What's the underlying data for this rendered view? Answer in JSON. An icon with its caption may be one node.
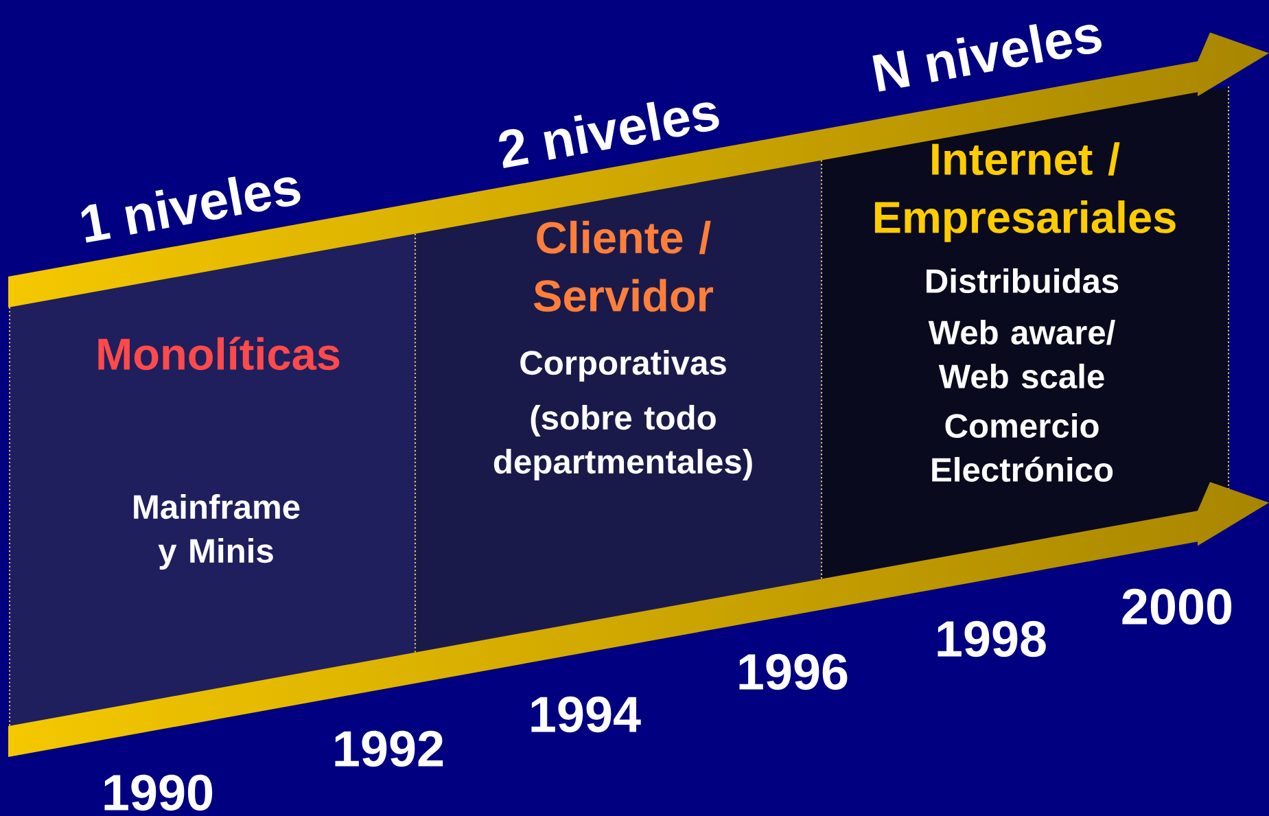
{
  "diagram": {
    "nodes": [
      {
        "text": [
          "Monolíticas",
          "Mainframe y Minis"
        ]
      },
      {
        "text": [
          "Cliente / Servidor",
          "Corporativas",
          "(sobre todo departmentales)"
        ]
      },
      {
        "text": [
          "Internet / Empresariales",
          "Distribuidas",
          "Web aware/ Web scale",
          "Comercio Electrónico"
        ]
      }
    ],
    "labels": [
      "1 niveles",
      "2 niveles",
      "N niveles",
      "1990",
      "1992",
      "1994",
      "1996",
      "1998",
      "2000"
    ]
  }
}
